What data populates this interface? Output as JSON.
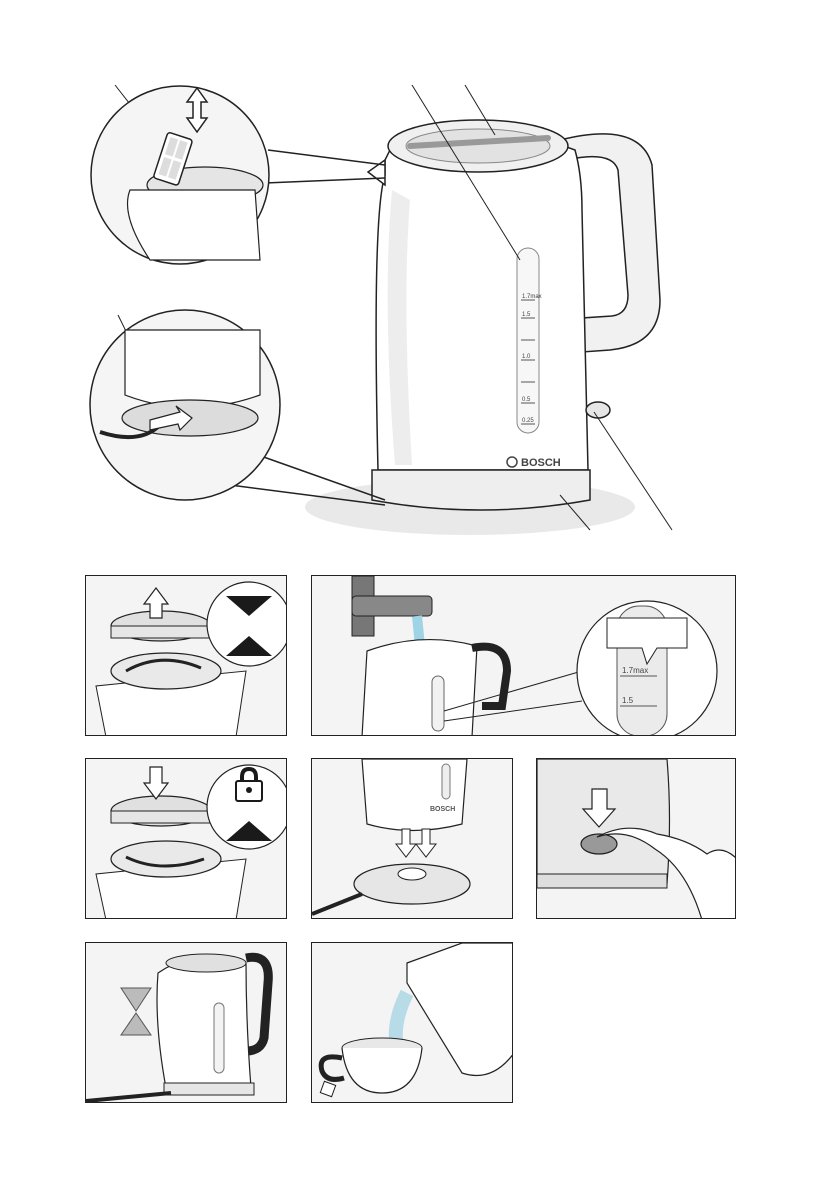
{
  "brand": "BOSCH",
  "scale_marks": [
    "1.7max",
    "1.5",
    "1.0",
    "0.5",
    "0.25"
  ],
  "fill_window_marks": [
    "1.7max",
    "1.5"
  ],
  "colors": {
    "outline": "#222222",
    "kettle_body": "#ffffff",
    "shade": "#e4e4e4",
    "badge": "#1a1a1a"
  },
  "icons": [
    "filter-icon",
    "up-down-arrow-icon",
    "lock-icon",
    "hourglass-icon",
    "arrow-up-icon",
    "arrow-down-icon",
    "triangle-up-icon",
    "triangle-down-icon"
  ],
  "steps": [
    {
      "id": "remove-filter"
    },
    {
      "id": "fill-water"
    },
    {
      "id": "insert-filter-lock"
    },
    {
      "id": "place-on-base"
    },
    {
      "id": "switch-on"
    },
    {
      "id": "wait-boiling"
    },
    {
      "id": "pour-water"
    }
  ]
}
